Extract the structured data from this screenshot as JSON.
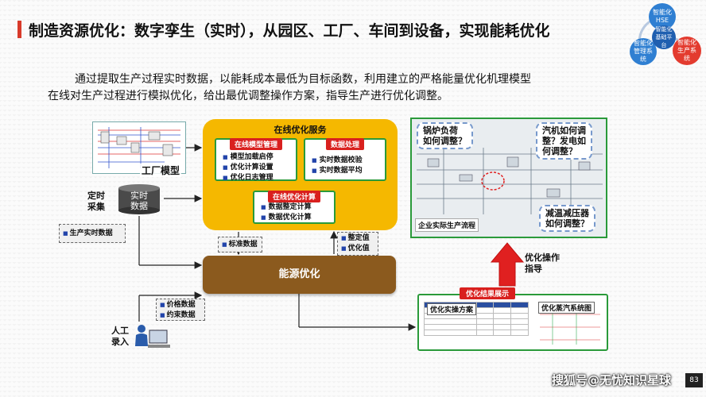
{
  "header": {
    "title": "制造资源优化：数字孪生（实时），从园区、工厂、车间到设备，实现能耗优化"
  },
  "logo": {
    "circles": [
      {
        "label": "智能化HSE",
        "color": "#2f7fd2"
      },
      {
        "label": "智能化管理系统",
        "color": "#2f7fd2"
      },
      {
        "label": "智能化生产系统",
        "color": "#e33b2f"
      },
      {
        "label": "智能化基础平台",
        "color": "#1f5fb0"
      }
    ]
  },
  "intro": {
    "line1": "通过提取生产过程实时数据，以能耗成本最低为目标函数，利用建立的严格能量优化机理模型",
    "line2": "在线对生产过程进行模拟优化，给出最优调整操作方案，指导生产进行优化调整。"
  },
  "diagram": {
    "factory_model": "工厂模型",
    "timed_collect": "定时\n采集",
    "realtime_db": "实时\n数据",
    "prod_realtime_data": "生产实时数据",
    "manual_input": "人工\n录入",
    "price_data": "价格数据",
    "constraint_data": "约束数据",
    "service": {
      "title": "在线优化服务",
      "model_mgmt": {
        "title": "在线模型管理",
        "items": [
          "模型加载启停",
          "优化计算设置",
          "优化日志管理"
        ]
      },
      "data_proc": {
        "title": "数据处理",
        "items": [
          "实时数据校验",
          "实时数据平均"
        ]
      },
      "calc": {
        "title": "在线优化计算",
        "items": [
          "数据整定计算",
          "数据优化计算"
        ]
      }
    },
    "standard_data": "标准数据",
    "setting_value": "整定值",
    "optimized_value": "优化值",
    "energy_opt": "能源优化",
    "guidance": "优化操作\n指导",
    "screenshot": {
      "callout_boiler": "锅炉负荷\n如何调整？",
      "callout_turbine": "汽机如何调\n整？发电如\n何调整？",
      "callout_reducer": "减温减压器\n如何调整？",
      "label": "企业实际生产流程"
    },
    "result": {
      "title": "优化结果展示",
      "plan": "优化实操方案",
      "steam": "优化蒸汽系统图"
    }
  },
  "footer": {
    "watermark": "搜狐号@无忧知识星球",
    "page": "83"
  }
}
